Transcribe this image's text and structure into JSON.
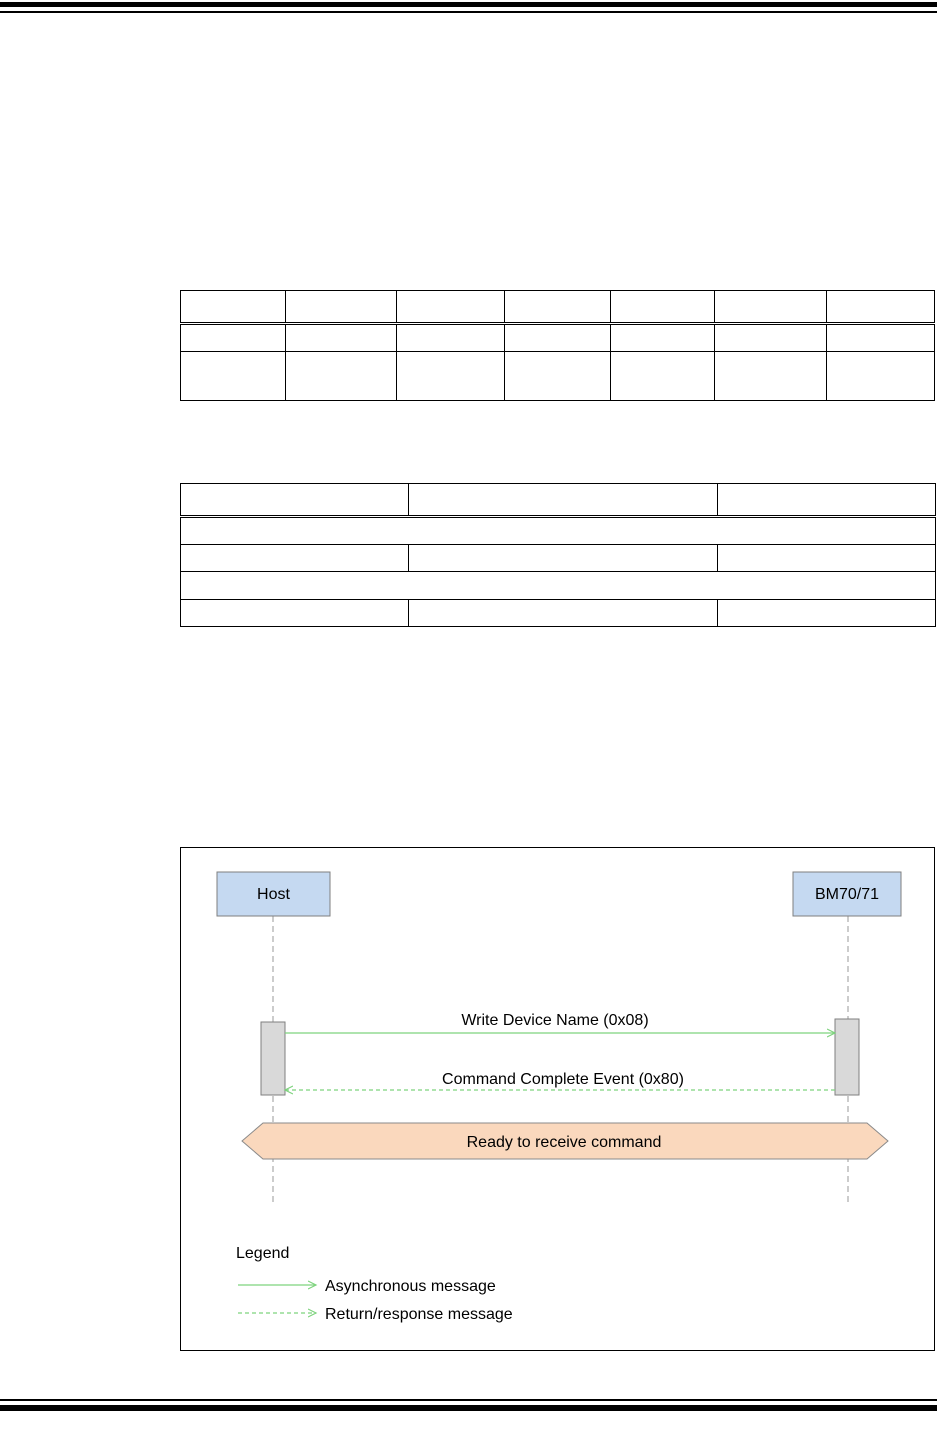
{
  "diagram": {
    "lifelines": {
      "host": "Host",
      "device": "BM70/71"
    },
    "messages": {
      "request": "Write Device Name (0x08)",
      "response": "Command Complete Event (0x80)"
    },
    "state_label": "Ready to receive command",
    "legend": {
      "title": "Legend",
      "async": "Asynchronous message",
      "return": "Return/response message"
    },
    "colors": {
      "lifeline_box": "#c5d9f1",
      "arrow": "#7ed37e",
      "activation": "#d9d9d9",
      "state_band": "#fad8bd"
    }
  }
}
